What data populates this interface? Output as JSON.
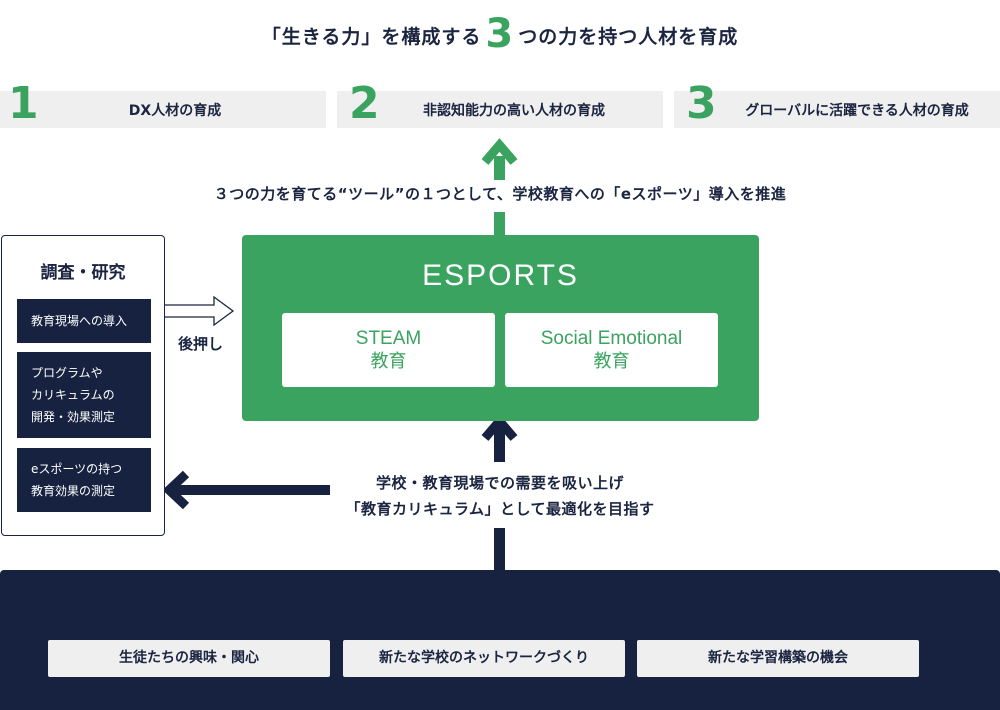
{
  "headline": {
    "before": "「生きる力」を構成する",
    "number": "3",
    "after": "つの力を持つ人材を育成"
  },
  "goals": [
    {
      "number": "1",
      "label": "DX人材の育成"
    },
    {
      "number": "2",
      "label": "非認知能力の高い人材の育成"
    },
    {
      "number": "3",
      "label": "グローバルに活躍できる人材の育成"
    }
  ],
  "tool_caption": "３つの力を育てる“ツール”の１つとして、学校教育への「eスポーツ」導入を推進",
  "esports": {
    "title": "ESPORTS",
    "boxes": [
      {
        "line1": "STEAM",
        "line2": "教育"
      },
      {
        "line1": "Social Emotional",
        "line2": "教育"
      }
    ]
  },
  "research": {
    "title": "調査・研究",
    "items": [
      {
        "lines": [
          "教育現場への導入"
        ]
      },
      {
        "lines": [
          "プログラムや",
          "カリキュラムの",
          "開発・効果測定"
        ]
      },
      {
        "lines": [
          "eスポーツの持つ",
          "教育効果の測定"
        ]
      }
    ],
    "support_label": "後押し"
  },
  "needs_caption": {
    "line1": "学校・教育現場での需要を吸い上げ",
    "line2": "「教育カリキュラム」として最適化を目指す"
  },
  "base_chips": [
    "生徒たちの興味・関心",
    "新たな学校のネットワークづくり",
    "新たな学習構築の機会"
  ],
  "colors": {
    "green": "#3aa35f",
    "navy": "#172240",
    "gray": "#efefef"
  }
}
